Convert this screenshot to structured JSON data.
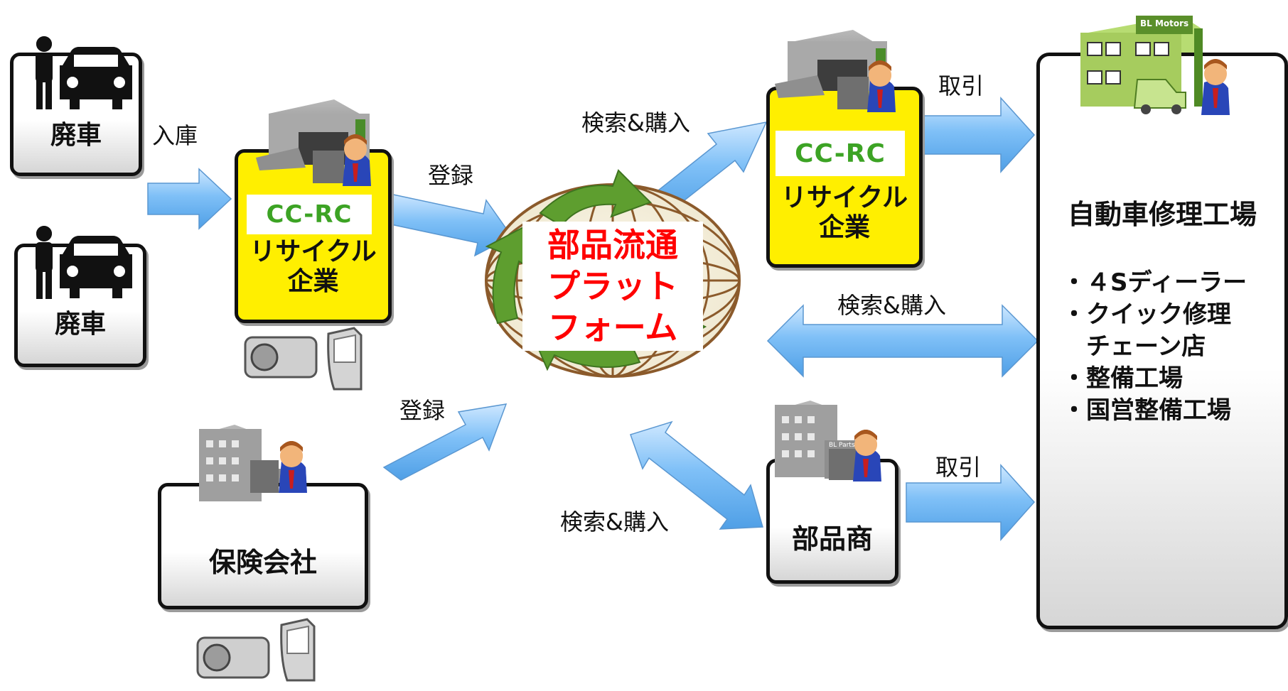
{
  "nodes": {
    "scrap_car_1": "廃車",
    "scrap_car_2": "廃車",
    "recycler_left": [
      "リサイクル",
      "企業"
    ],
    "recycler_right": [
      "リサイクル",
      "企業"
    ],
    "insurance": "保険会社",
    "parts_dealer": "部品商",
    "platform": [
      "部品流通",
      "プラット",
      "フォーム"
    ],
    "repair_shop_title": "自動車修理工場",
    "repair_shop_list": [
      "・４Sディーラー",
      "・クイック修理",
      "　チェーン店",
      "・整備工場",
      "・国営整備工場"
    ],
    "logo_text": "CC-RC",
    "building_sign": "BL Motors",
    "parts_sign": "BL Parts"
  },
  "edges": {
    "storage": "入庫",
    "register_1": "登録",
    "register_2": "登録",
    "search_buy_1": "検索&購入",
    "search_buy_2": "検索&購入",
    "search_buy_3": "検索&購入",
    "trade_1": "取引",
    "trade_2": "取引"
  },
  "colors": {
    "arrow": "#6fb7f4",
    "recycler_box": "#ffef00",
    "platform_text": "#ff0000",
    "logo": "#3ca324",
    "recycle_arrows": "#5e9e2f",
    "globe": "#8b5a2b"
  }
}
